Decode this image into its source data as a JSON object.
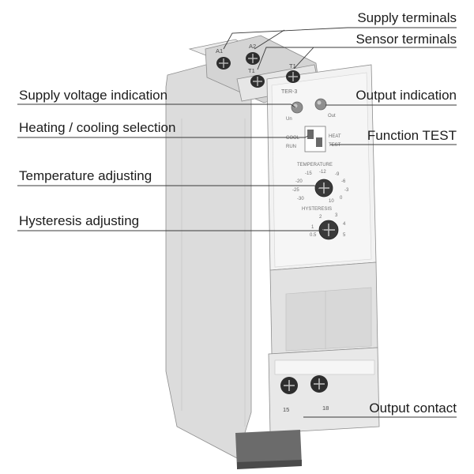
{
  "callouts": {
    "supply_terminals": "Supply terminals",
    "sensor_terminals": "Sensor terminals",
    "supply_voltage_indication": "Supply voltage indication",
    "output_indication": "Output indication",
    "heating_cooling_selection": "Heating / cooling selection",
    "function_test": "Function TEST",
    "temperature_adjusting": "Temperature adjusting",
    "hysteresis_adjusting": "Hysteresis adjusting",
    "output_contact": "Output contact"
  },
  "device": {
    "model": "TER-3",
    "led_supply_label": "Un",
    "led_output_label": "Out",
    "switch_left_top": "COOL",
    "switch_left_bottom": "RUN",
    "switch_right_top": "HEAT",
    "switch_right_bottom": "TEST",
    "temperature_title": "TEMPERATURE",
    "temperature_scale": [
      "-15",
      "-12",
      "-9",
      "-20",
      "-6",
      "-25",
      "-3",
      "-30",
      "0",
      "10"
    ],
    "hysteresis_title": "HYSTERESIS",
    "hysteresis_scale": [
      "2",
      "3",
      "1",
      "4",
      "0.5",
      "5"
    ],
    "terminals_top": [
      "A1",
      "A2",
      "T1",
      "T1"
    ],
    "terminals_bottom": [
      "15",
      "18"
    ]
  },
  "colors": {
    "body_light": "#f1f1f1",
    "body_mid": "#e0e0e0",
    "body_shadow": "#c9c9c9",
    "base_dark": "#6b6b6b",
    "screw": "#2e2e2e"
  }
}
